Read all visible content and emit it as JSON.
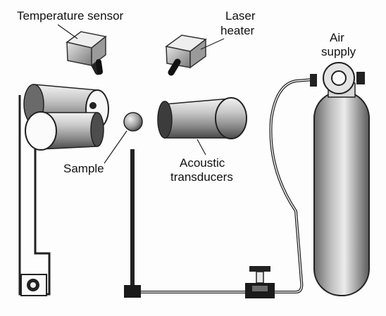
{
  "labels": {
    "temperature_sensor": "Temperature sensor",
    "laser_heater_line1": "Laser",
    "laser_heater_line2": "heater",
    "air_supply_line1": "Air",
    "air_supply_line2": "supply",
    "sample": "Sample",
    "acoustic_line1": "Acoustic",
    "acoustic_line2": "transducers"
  }
}
